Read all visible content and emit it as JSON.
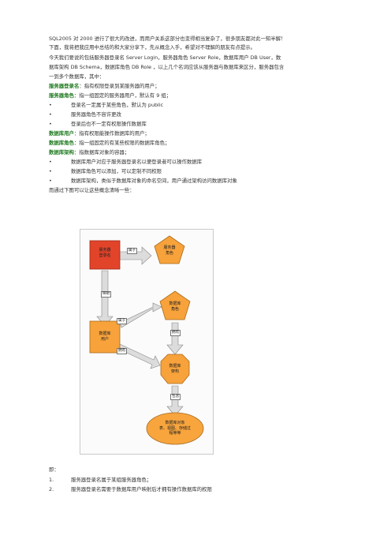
{
  "intro": {
    "line1": "SQL2005 对 2000 进行了很大的改进，而用户关系这部分也变得相当复杂了，很多朋友都对此一知半解！",
    "line2": "下面，我将把我应用中总结的和大家分享下，先从概念入手，希望对不理解的朋友有点提示。",
    "line3": "今天我们要说的包括服务器登录名 Server Login，服务器角色 Server Role，数据库用户 DB User，数",
    "line4": "据库架构 DB Schema，数据库角色 DB Role ，以上几个名词应该从服务器与数据库来区分，服务器包含",
    "line5": "一到多个数据库，其中："
  },
  "definitions": {
    "server_login_term": "服务器登录名",
    "server_login_desc": "：指有权限登录到某服务器的用户；",
    "server_role_term": "服务器角色",
    "server_role_desc": "：指一组固定的服务器用户，默认有 9 组；",
    "db_user_term": "数据库用户",
    "db_user_desc": "：指有权限能操作数据库的用户；",
    "db_role_term": "数据库角色",
    "db_role_desc": "：指一组固定的有某些权限的数据库角色；",
    "db_schema_term": "数据库架构",
    "db_schema_desc": "：指数据库对象的容器；"
  },
  "server_role_bullets": [
    "登录名一定属于某些角色，默认为 public",
    "服务器角色不容许更改",
    "登录后也不一定有权限操作数据库"
  ],
  "db_bullets": [
    "数据库用户对应于服务器登录名以便登录者可以操作数据库",
    "数据库角色可以添加，可以定制不同权限",
    "数据库架构，类似于数据库对象的命名空间，用户通过架构访问数据库对象"
  ],
  "bullet_symbol": "•",
  "diagram_intro": "而通过下图可以让这些概念清晰一些：",
  "diagram": {
    "server_login": [
      "服务器",
      "登录名"
    ],
    "server_role": [
      "服务器",
      "角色"
    ],
    "db_role": [
      "数据库",
      "角色"
    ],
    "db_user": [
      "数据库",
      "用户"
    ],
    "db_schema": [
      "数据库",
      "架构"
    ],
    "db_objects": [
      "数据库对象",
      "表、视图、存储过",
      "程等等"
    ],
    "label_belongs_1": "属于",
    "label_map": "映射",
    "label_belongs_2": "属于",
    "label_own_1": "拥有",
    "label_own_2": "拥有",
    "label_contain": "包含",
    "colors": {
      "login_fill": "#e2442a",
      "orange_fill": "#f7a23b",
      "objects_fill": "#f8a53e",
      "arrow_fill": "#dcdcdc"
    }
  },
  "conclusion_label": "即：",
  "numbered": [
    {
      "n": "1.",
      "text": "服务器登录名属于某组服务器角色；"
    },
    {
      "n": "2.",
      "text": "服务器登录名需要于数据库用户映射后才拥有操作数据库的权限"
    }
  ]
}
